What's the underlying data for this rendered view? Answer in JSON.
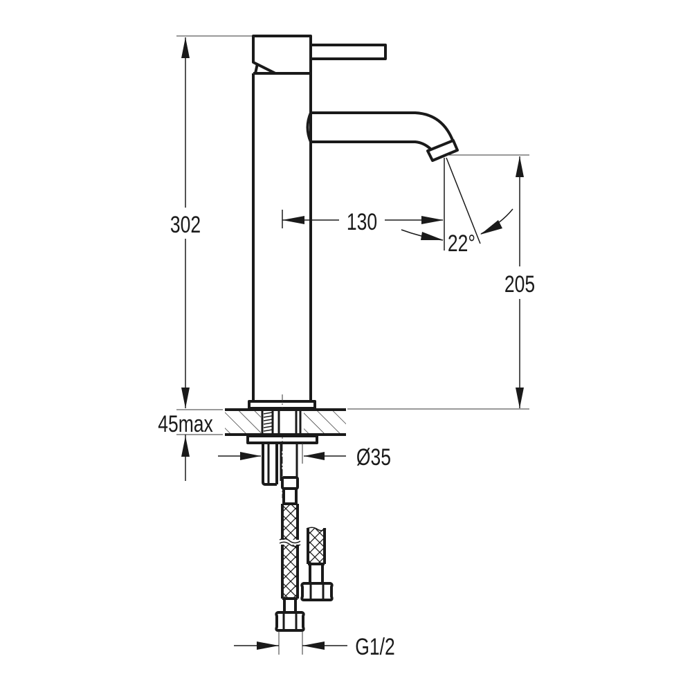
{
  "drawing": {
    "title": "Tall basin mixer tap - technical dimension drawing",
    "line_color": "#1a1a1a",
    "background": "#ffffff"
  },
  "dimensions": {
    "overall_height": "302",
    "spout_reach": "130",
    "spout_angle": "22°",
    "spout_height": "205",
    "counter_thickness": "45max",
    "hole_diameter": "Ø35",
    "connection_thread": "G1/2"
  }
}
